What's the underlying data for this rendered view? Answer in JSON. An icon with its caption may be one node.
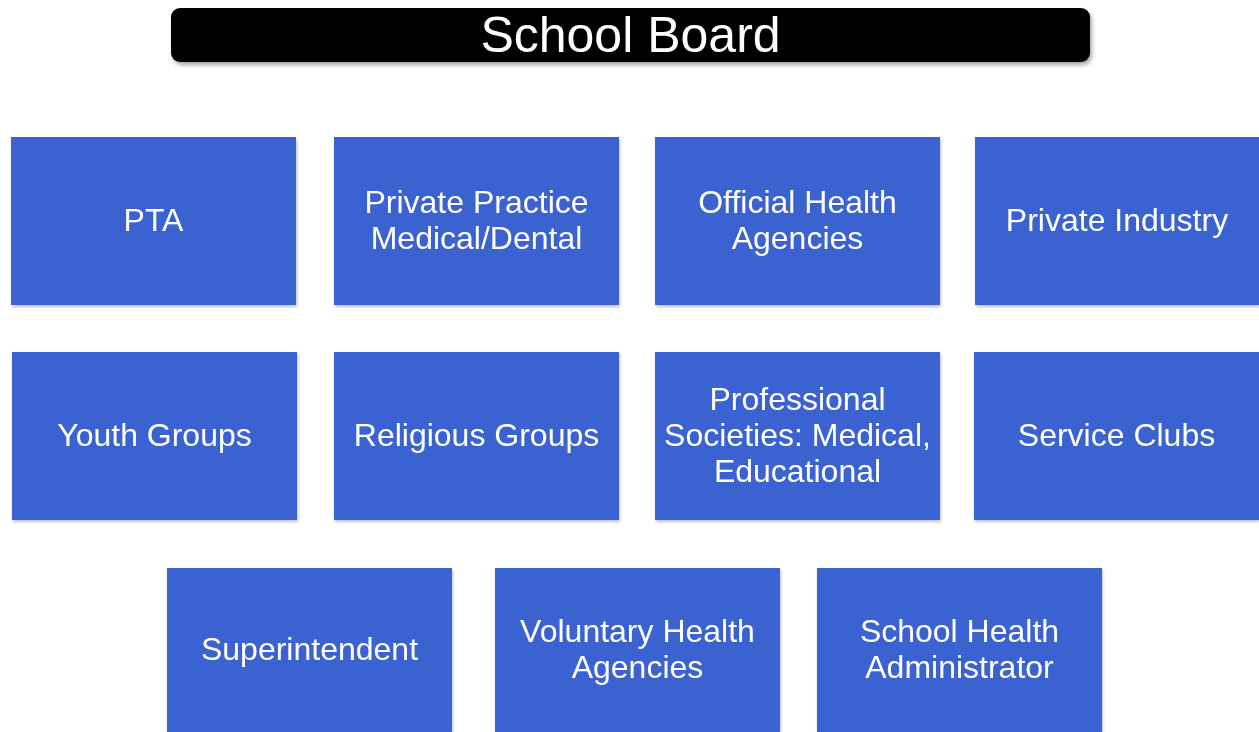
{
  "diagram": {
    "nodes": [
      {
        "text": [
          "School Board"
        ]
      },
      {
        "text": [
          "PTA"
        ]
      },
      {
        "text": [
          "Private Practice Medical/Dental"
        ]
      },
      {
        "text": [
          "Official Health Agencies"
        ]
      },
      {
        "text": [
          "Private Industry"
        ]
      },
      {
        "text": [
          "Youth Groups"
        ]
      },
      {
        "text": [
          "Religious Groups"
        ]
      },
      {
        "text": [
          "Professional Societies: Medical, Educational"
        ]
      },
      {
        "text": [
          "Service Clubs"
        ]
      },
      {
        "text": [
          "Superintendent"
        ]
      },
      {
        "text": [
          "Voluntary Health Agencies"
        ]
      },
      {
        "text": [
          "School Health Administrator"
        ]
      }
    ]
  }
}
